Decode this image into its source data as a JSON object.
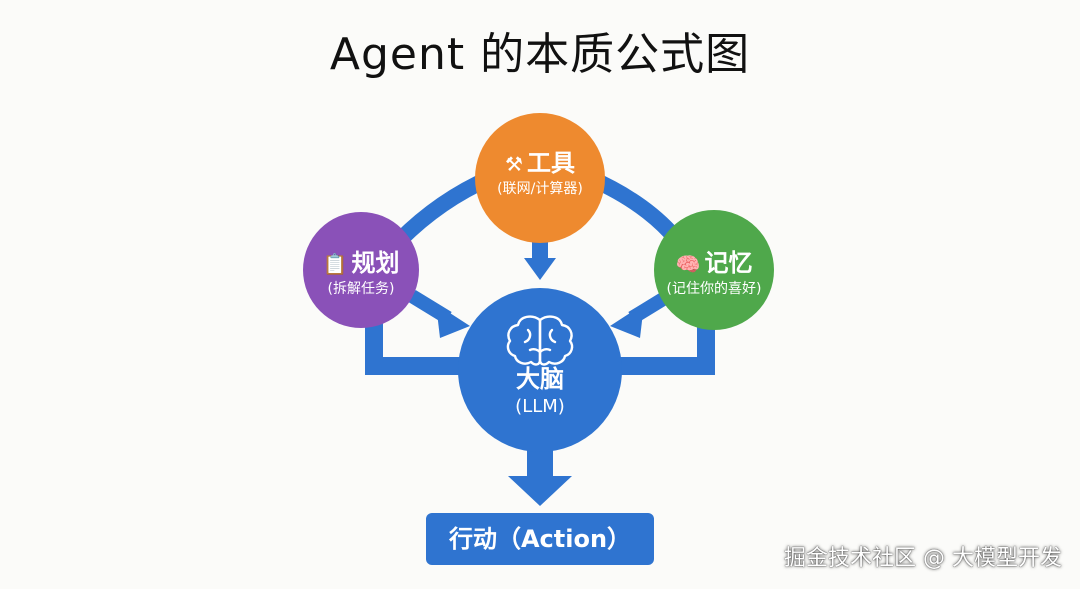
{
  "title": "Agent 的本质公式图",
  "colors": {
    "background": "#fbfbf9",
    "tools": "#ee8a2f",
    "planning": "#8a51b8",
    "memory": "#4fa84b",
    "brain": "#2f74d0",
    "arrow": "#2f74d0"
  },
  "nodes": {
    "tools": {
      "icon": "hammer-wrench-icon",
      "title": "工具",
      "subtitle": "(联网/计算器)"
    },
    "planning": {
      "icon": "clipboard-icon",
      "title": "规划",
      "subtitle": "(拆解任务)"
    },
    "memory": {
      "icon": "brain-emoji-icon",
      "title": "记忆",
      "subtitle": "(记住你的喜好)"
    },
    "brain": {
      "icon": "brain-outline-icon",
      "title": "大脑",
      "subtitle": "(LLM)"
    }
  },
  "action": {
    "label": "行动（Action）"
  },
  "watermark": "掘金技术社区 @ 大模型开发"
}
